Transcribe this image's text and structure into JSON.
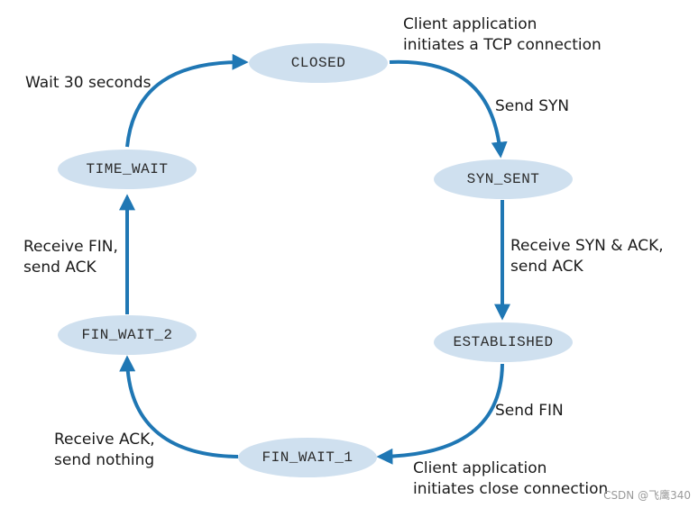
{
  "colors": {
    "state_fill": "#cfe0ef",
    "arrow": "#1f77b4",
    "text": "#1a1a1a"
  },
  "states": {
    "closed": "CLOSED",
    "syn_sent": "SYN_SENT",
    "established": "ESTABLISHED",
    "fin_wait_1": "FIN_WAIT_1",
    "fin_wait_2": "FIN_WAIT_2",
    "time_wait": "TIME_WAIT"
  },
  "transitions": {
    "closed_to_syn_sent": {
      "event_line1": "Client application",
      "event_line2": "initiates a TCP connection",
      "action": "Send SYN"
    },
    "syn_sent_to_established": {
      "line1": "Receive SYN & ACK,",
      "line2": "send ACK"
    },
    "established_to_fin_wait_1": {
      "action": "Send FIN",
      "event_line1": "Client application",
      "event_line2": "initiates close connection"
    },
    "fin_wait_1_to_fin_wait_2": {
      "line1": "Receive ACK,",
      "line2": "send nothing"
    },
    "fin_wait_2_to_time_wait": {
      "line1": "Receive FIN,",
      "line2": "send ACK"
    },
    "time_wait_to_closed": {
      "line1": "Wait 30 seconds"
    }
  },
  "watermark": "CSDN @飞鹰340"
}
